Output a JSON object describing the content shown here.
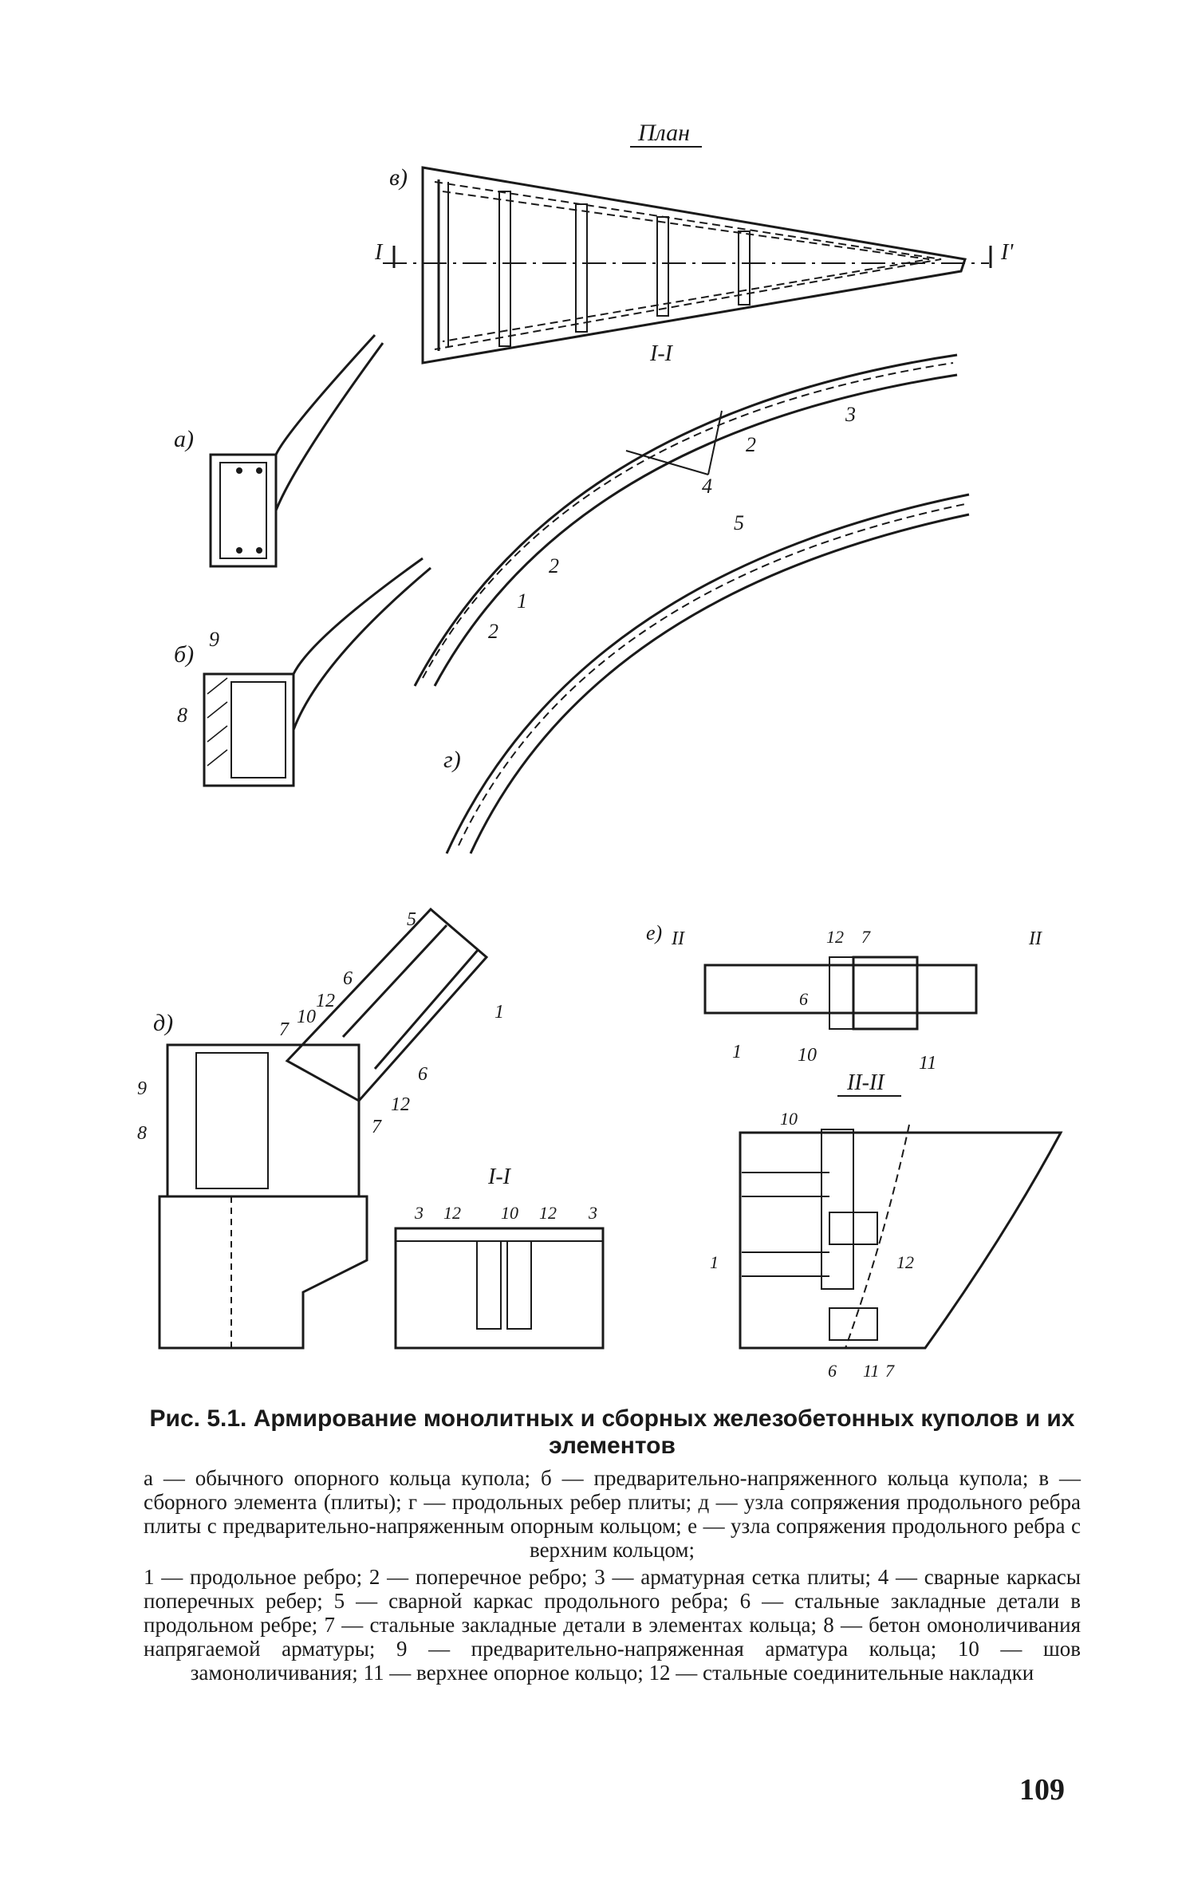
{
  "figure": {
    "plan_title": "План",
    "section_11": "I-I",
    "section_22": "II-II",
    "cut_left": "I",
    "cut_right": "I'",
    "cut_ii": "II",
    "panel_labels": {
      "a": "а)",
      "b": "б)",
      "v": "в)",
      "g": "г)",
      "d": "д)",
      "e": "е)"
    },
    "numbers": [
      "1",
      "2",
      "3",
      "4",
      "5",
      "6",
      "7",
      "8",
      "9",
      "10",
      "11",
      "12"
    ]
  },
  "caption": {
    "title": "Рис. 5.1. Армирование монолитных и сборных железобетонных куполов и их элементов",
    "legend_letters": "а — обычного опорного кольца купола; б — предварительно-напряженного кольца купола; в — сборного элемента (плиты); г — продольных ребер плиты; д — узла сопряжения продольного ребра плиты с предварительно-напряженным опорным кольцом; е — узла сопряжения продольного ребра с верхним кольцом;",
    "legend_numbers": "1 — продольное ребро; 2 — поперечное ребро; 3 — арматурная сетка плиты; 4 — сварные каркасы поперечных ребер; 5 — сварной каркас продольного ребра; 6 — стальные закладные детали в продольном ребре; 7 — стальные закладные детали в элементах кольца; 8 — бетон омоноличивания напрягаемой арматуры; 9 — предварительно-напряженная арматура кольца; 10 — шов замоноличивания; 11 — верхнее опорное кольцо; 12 — стальные соединительные накладки"
  },
  "page_number": "109"
}
